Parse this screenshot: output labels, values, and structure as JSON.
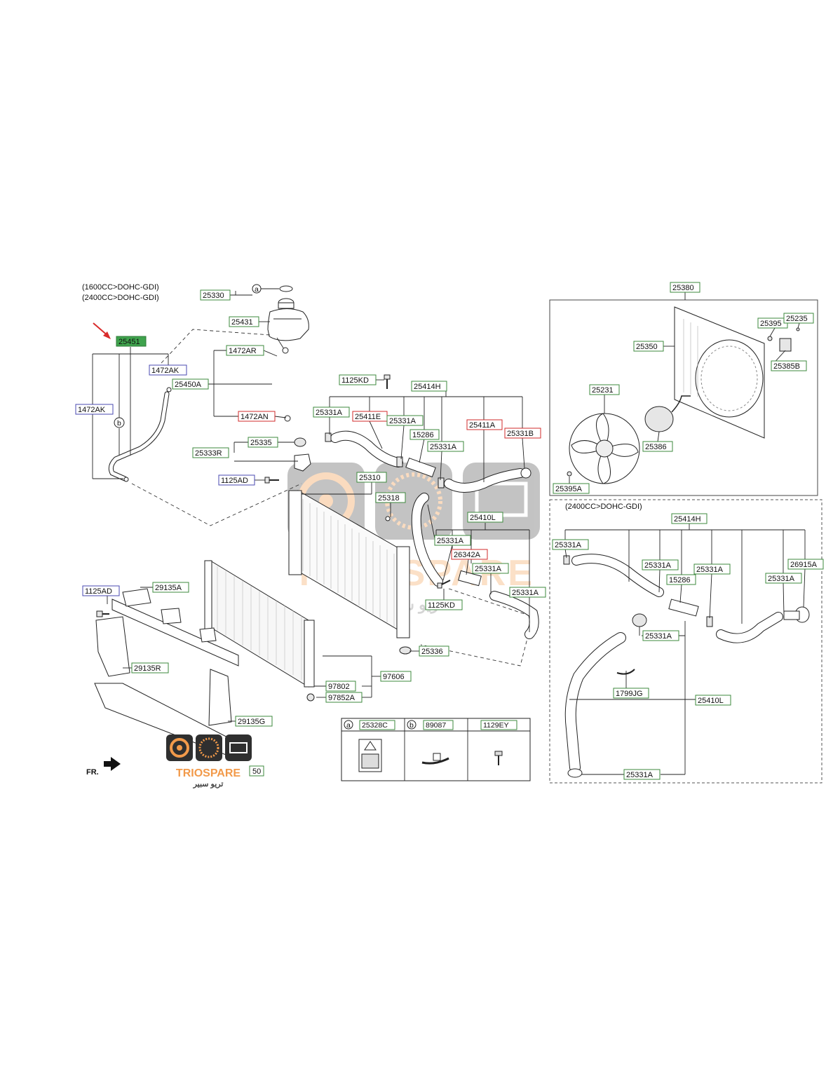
{
  "engine_variants": {
    "line1": "(1600CC>DOHC-GDI)",
    "line2": "(2400CC>DOHC-GDI)",
    "lower_right": "(2400CC>DOHC-GDI)"
  },
  "front_indicator": "FR.",
  "callouts": {
    "a": "a",
    "b": "b"
  },
  "parts": {
    "p25330": "25330",
    "p25431": "25431",
    "p25451": "25451",
    "p1472AR": "1472AR",
    "p1472AK_1": "1472AK",
    "p1472AK_2": "1472AK",
    "p25450A": "25450A",
    "p1472AN": "1472AN",
    "p1125KD_1": "1125KD",
    "p25414H_1": "25414H",
    "p25331A_1": "25331A",
    "p25411E": "25411E",
    "p25331A_2": "25331A",
    "p15286_1": "15286",
    "p25411A": "25411A",
    "p25331B": "25331B",
    "p25331A_3": "25331A",
    "p25335": "25335",
    "p25333R": "25333R",
    "p1125AD_1": "1125AD",
    "p25310": "25310",
    "p25318": "25318",
    "p25410L_1": "25410L",
    "p25331A_4": "25331A",
    "p26342A": "26342A",
    "p25331A_5": "25331A",
    "p1125KD_2": "1125KD",
    "p25331A_6": "25331A",
    "p25336": "25336",
    "p1125AD_2": "1125AD",
    "p29135A": "29135A",
    "p29135R": "29135R",
    "p97606": "97606",
    "p97802": "97802",
    "p97852A": "97852A",
    "p29135G": "29135G",
    "p29150_fragment": "50",
    "p25380": "25380",
    "p25395": "25395",
    "p25235": "25235",
    "p25350": "25350",
    "p25385B": "25385B",
    "p25231": "25231",
    "p25386": "25386",
    "p25395A": "25395A",
    "p25414H_2": "25414H",
    "p25331A_7": "25331A",
    "p25331A_8": "25331A",
    "p25331A_9": "25331A",
    "p15286_2": "15286",
    "p26915A": "26915A",
    "p25331A_10": "25331A",
    "p25331A_11": "25331A",
    "p1799JG": "1799JG",
    "p25410L_2": "25410L",
    "p25331A_12": "25331A"
  },
  "legend_table": {
    "col_a_letter": "a",
    "col_a_part": "25328C",
    "col_b_letter": "b",
    "col_b_part": "89087",
    "col_c_part": "1129EY"
  },
  "watermark": {
    "brand": "TRIO SPARE",
    "brand_arabic": "تريو سبير",
    "brand_small": "TRIOSPARE",
    "brand_small_arabic": "تريو سبير"
  },
  "colors": {
    "label_box_green": "#3c8a3c",
    "label_box_red": "#d22b2b",
    "label_box_blue": "#4a4ab0",
    "highlight_fill": "#3fa34d",
    "pointer_arrow": "#d92b2b",
    "watermark_orange": "#f29a4a",
    "watermark_gray": "#777777"
  }
}
